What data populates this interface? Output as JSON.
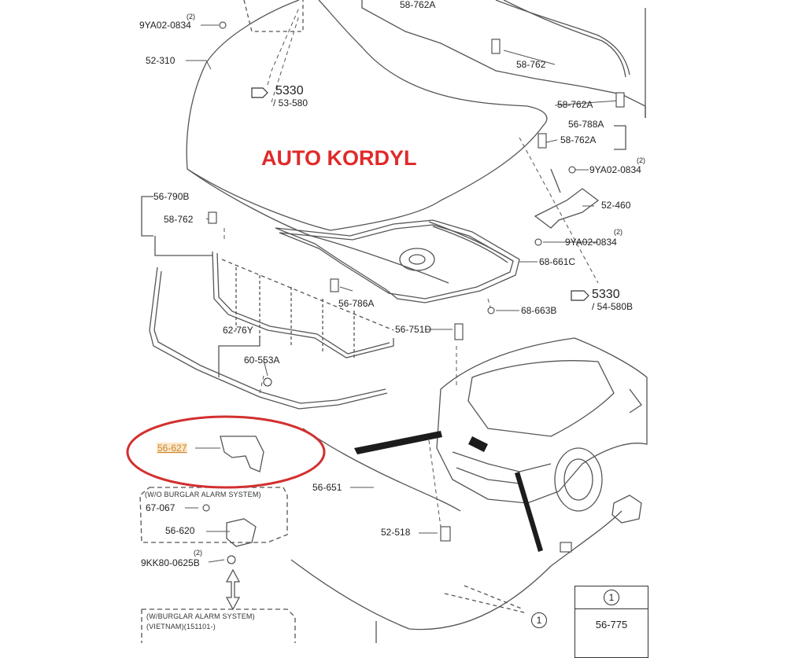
{
  "watermark": "AUTO KORDYL",
  "labels": {
    "bolt_9ya02_top": "9YA02-0834",
    "qty_2_top": "(2)",
    "hood_52_310": "52-310",
    "ref_5330_top": "5330",
    "ref_53_580": "/ 53-580",
    "seal_58_762a_top": "58-762A",
    "seal_58_762_top": "58-762",
    "seal_58_762a_mid": "58-762A",
    "insul_56_788a": "56-788A",
    "seal_58_762a_right": "58-762A",
    "qty_2_right": "(2)",
    "bolt_9ya02_right": "9YA02-0834",
    "hinge_52_460": "52-460",
    "qty_2_hinge": "(2)",
    "bolt_9ya02_hinge": "9YA02-0834",
    "wstrip_68_661c": "68-661C",
    "ref_5330_right": "5330",
    "ref_54_580b": "/ 54-580B",
    "clip_68_663b": "68-663B",
    "stay_56_751d": "56-751D",
    "cushion_56_786a": "56-786A",
    "insul_56_790b": "56-790B",
    "seal_58_762_left": "58-762",
    "seal_62_76y": "62-76Y",
    "clip_60_553a": "60-553A",
    "guide_56_627": "56-627",
    "cable_56_651": "56-651",
    "clip_52_518": "52-518",
    "note_wo_alarm": "(W/O BURGLAR ALARM SYSTEM)",
    "switch_67_067": "67-067",
    "lock_56_620": "56-620",
    "qty_2_bottom": "(2)",
    "bolt_9kk80": "9KK80-0625B",
    "note_w_alarm": "(W/BURGLAR ALARM SYSTEM)",
    "note_vietnam": "(VIETNAM)(151101-)",
    "callout_1_diag": "1",
    "callout_1_table": "1",
    "table_part": "56-775"
  },
  "colors": {
    "line": "#555555",
    "watermark": "#e02a2a",
    "highlight_ring": "#d32f2f",
    "highlight_text": "#c9863a",
    "highlight_bg": "#fbe7c6"
  }
}
